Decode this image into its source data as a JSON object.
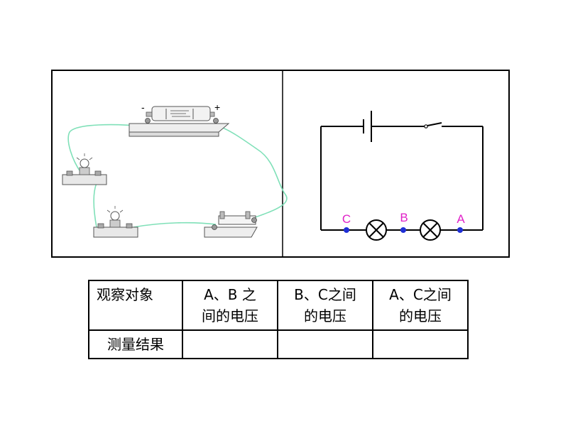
{
  "colors": {
    "frame": "#000000",
    "wire": "#7fe0b8",
    "point_dot": "#1f2fd6",
    "point_label": "#e020c8",
    "component_outline": "#555555"
  },
  "circuit": {
    "components": [
      "battery",
      "switch",
      "lamp",
      "lamp"
    ],
    "points": [
      {
        "id": "C",
        "label": "C"
      },
      {
        "id": "B",
        "label": "B"
      },
      {
        "id": "A",
        "label": "A"
      }
    ],
    "polarity": {
      "minus": "-",
      "plus": "+"
    }
  },
  "table": {
    "header": {
      "col0": "观察对象",
      "col1_line1": "A、B 之",
      "col1_line2": "间的电压",
      "col2_line1": "B、C之间",
      "col2_line2": "的电压",
      "col3_line1": "A、C之间",
      "col3_line2": "的电压"
    },
    "row": {
      "label": "测量结果",
      "values": [
        "",
        "",
        ""
      ]
    }
  }
}
